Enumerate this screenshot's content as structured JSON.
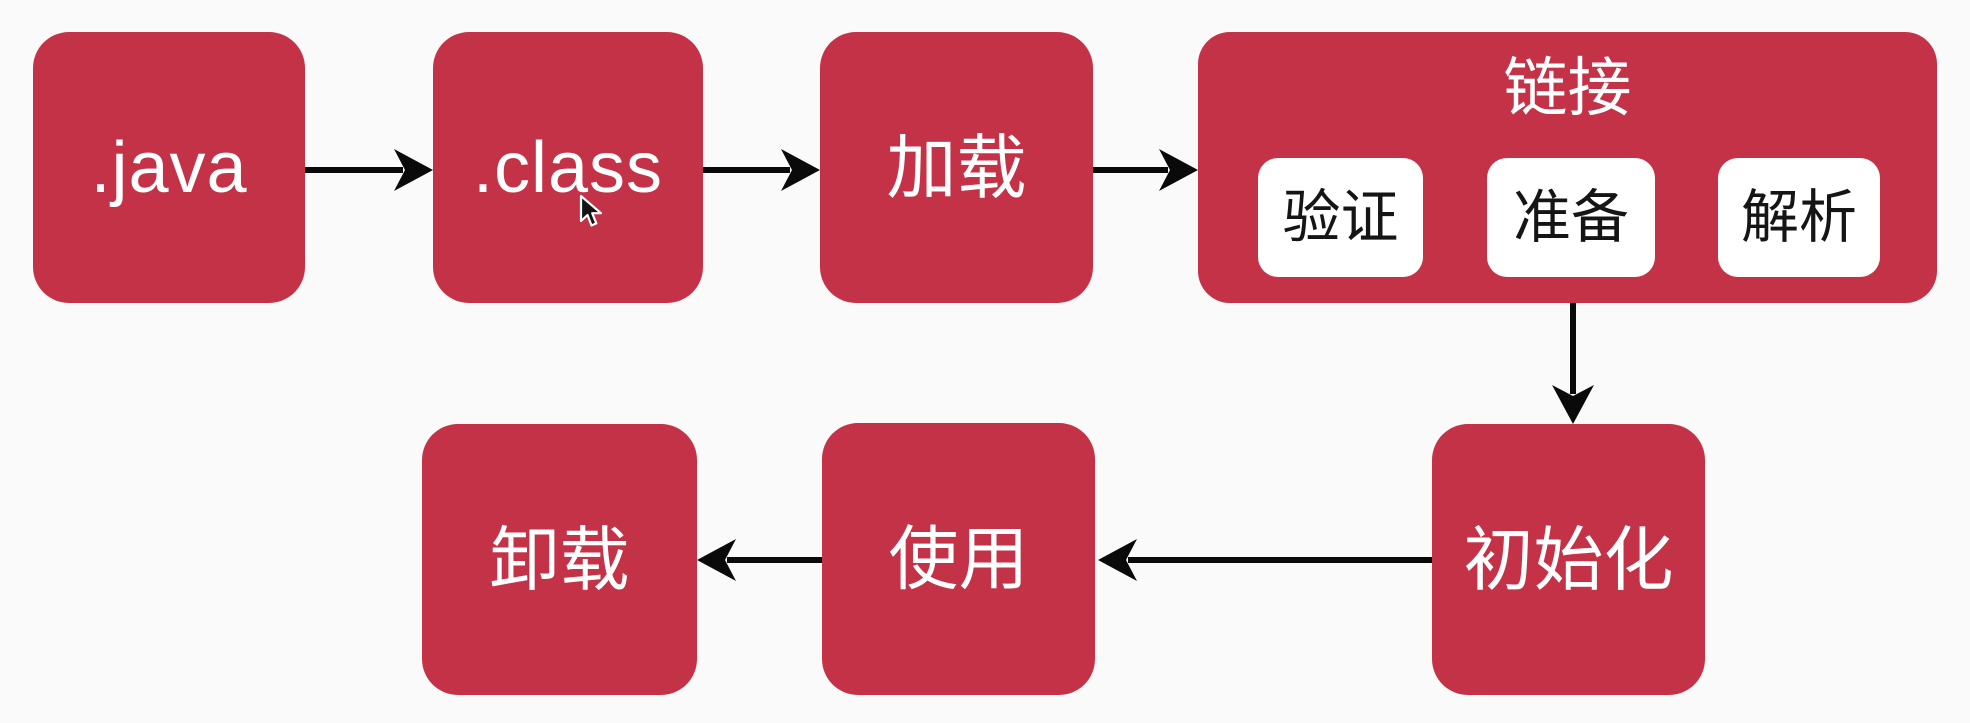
{
  "diagram": {
    "description": "JVM class loading lifecycle flow diagram",
    "colors": {
      "background": "#FBFAFA",
      "node_fill": "#C43248",
      "node_text": "#FFFFFF",
      "chip_fill": "#FFFFFF",
      "chip_text": "#151515",
      "arrow": "#0A0A0A"
    },
    "nodes": {
      "java": {
        "label": ".java"
      },
      "class_file": {
        "label": ".class"
      },
      "load": {
        "label": "加载"
      },
      "link": {
        "label": "链接"
      },
      "verify": {
        "label": "验证"
      },
      "prepare": {
        "label": "准备"
      },
      "resolve": {
        "label": "解析"
      },
      "initialize": {
        "label": "初始化"
      },
      "use": {
        "label": "使用"
      },
      "unload": {
        "label": "卸载"
      }
    },
    "edges": [
      {
        "from": "java",
        "to": "class_file",
        "direction": "right"
      },
      {
        "from": "class_file",
        "to": "load",
        "direction": "right"
      },
      {
        "from": "load",
        "to": "link",
        "direction": "right"
      },
      {
        "from": "link",
        "to": "initialize",
        "direction": "down"
      },
      {
        "from": "initialize",
        "to": "use",
        "direction": "left"
      },
      {
        "from": "use",
        "to": "unload",
        "direction": "left"
      }
    ]
  }
}
